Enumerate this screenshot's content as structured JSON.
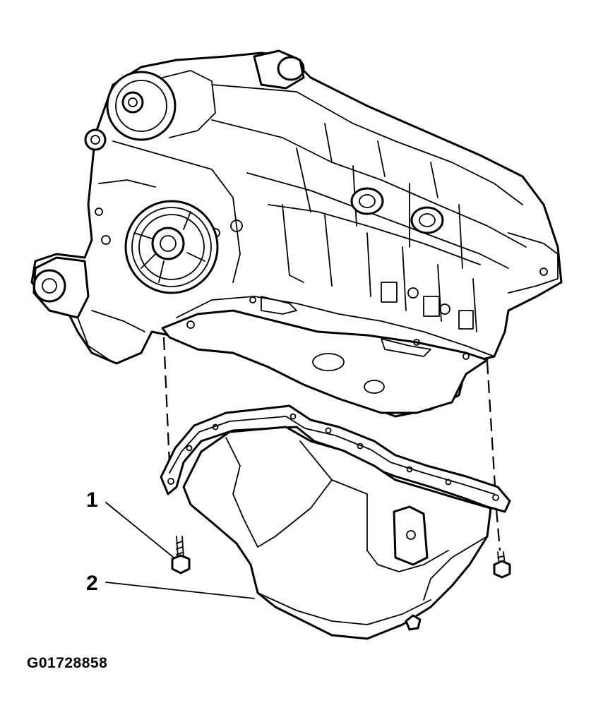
{
  "figure": {
    "id": "G01728858",
    "callouts": [
      {
        "number": "1",
        "part": "bolt"
      },
      {
        "number": "2",
        "part": "oil-pan"
      }
    ]
  },
  "colors": {
    "line": "#000000",
    "background": "#ffffff"
  }
}
